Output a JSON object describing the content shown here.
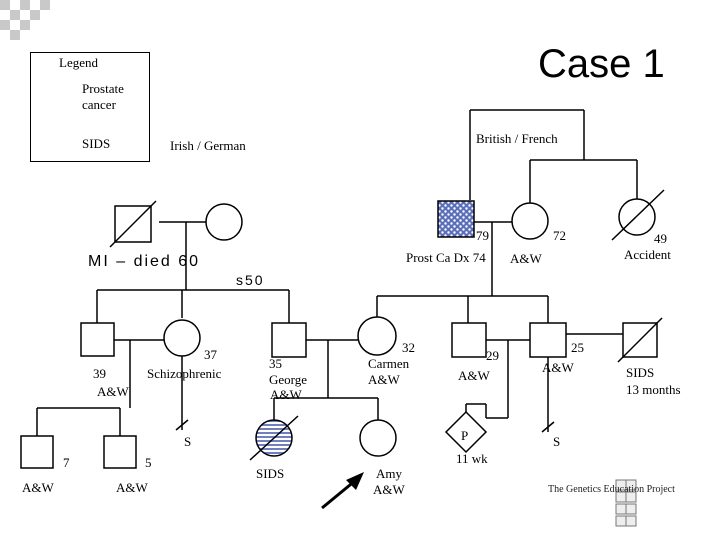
{
  "title": "Case 1",
  "legend": {
    "heading": "Legend",
    "items": [
      {
        "label": "Prostate",
        "label2": "cancer"
      },
      {
        "label": "SIDS"
      }
    ]
  },
  "families": {
    "left": "Irish / German",
    "right": "British / French"
  },
  "labels": {
    "gp_grandfather_age": "79",
    "gp_grandfather_dx": "Prost Ca Dx 74",
    "gp_grandmother_age": "72",
    "gp_grandmother_status": "A&W",
    "gp_other_age": "49",
    "gp_other_cause": "Accident",
    "garbled_line1": "MI – died 60",
    "garbled_line2": "s50",
    "uncle_age": "39",
    "uncle_status": "A&W",
    "aunt_age": "37",
    "aunt_dx": "Schizophrenic",
    "george_age": "35",
    "george_name": "George",
    "george_status": "A&W",
    "carmen_age": "32",
    "carmen_name": "Carmen",
    "carmen_status": "A&W",
    "uncle2_age": "29",
    "uncle2_status": "A&W",
    "uncle3_age": "25",
    "uncle3_status": "A&W",
    "sids13_line1": "SIDS",
    "sids13_line2": "13 months",
    "cousin1_age": "7",
    "cousin1_status": "A&W",
    "cousin2_age": "5",
    "cousin2_status": "A&W",
    "s_left": "S",
    "sids_child": "SIDS",
    "amy_name": "Amy",
    "amy_status": "A&W",
    "pregnancy_p": "P",
    "pregnancy_wk": "11 wk",
    "s_right": "S"
  },
  "logo": "The Genetics Education Project"
}
